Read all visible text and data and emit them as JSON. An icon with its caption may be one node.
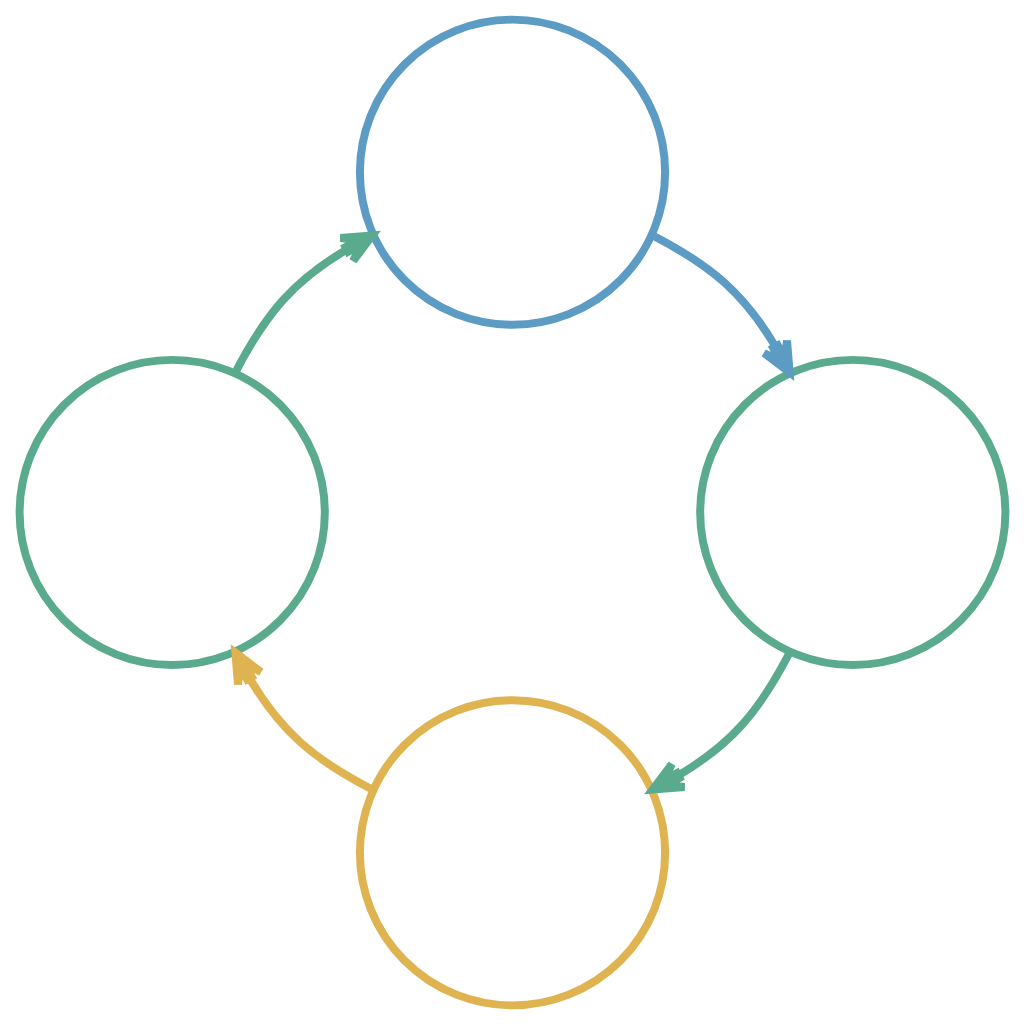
{
  "diagram": {
    "nodes": [
      {
        "text": [],
        "shape": "circle"
      },
      {
        "text": [],
        "shape": "circle"
      },
      {
        "text": [],
        "shape": "circle"
      },
      {
        "text": [],
        "shape": "circle"
      }
    ],
    "edges": [
      {
        "from": 0,
        "to": 1,
        "arrow": "to",
        "color": "#5b9bc4"
      },
      {
        "from": 1,
        "to": 2,
        "arrow": "to"
      },
      {
        "from": 2,
        "to": 3,
        "arrow": "to",
        "color": "#dfb350"
      },
      {
        "from": 3,
        "to": 0,
        "arrow": "to"
      }
    ]
  }
}
